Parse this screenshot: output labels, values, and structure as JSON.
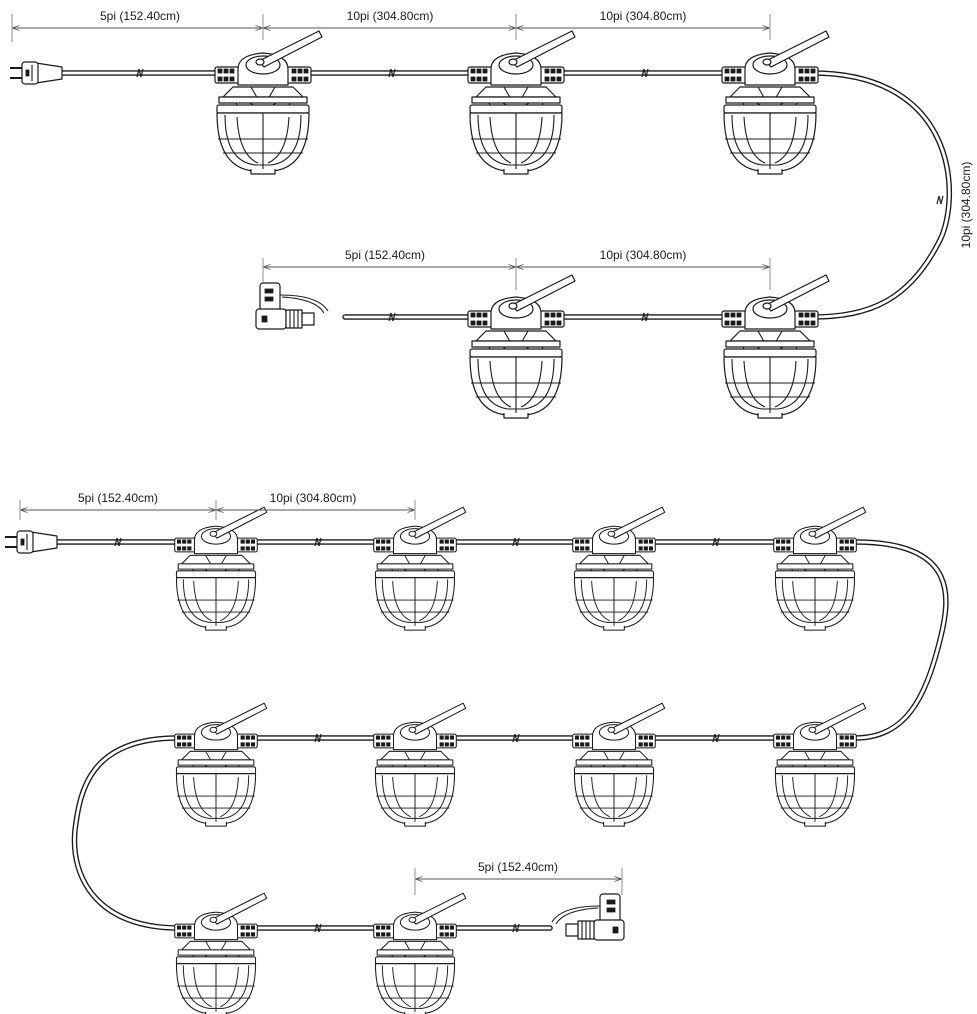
{
  "diagram_a": {
    "dimensions": {
      "top_lead": "5pi (152.40cm)",
      "top_span_1": "10pi  (304.80cm)",
      "top_span_2": "10pi (304.80cm)",
      "loop_span": "10pi (304.80cm)",
      "bottom_lead": "5pi (152.40cm)",
      "bottom_span": "10pi (304.80cm)"
    }
  },
  "diagram_b": {
    "dimensions": {
      "top_lead": "5pi (152.40cm)",
      "top_span": "10pi (304.80cm)",
      "bottom_lead": "5pi (152.40cm)"
    }
  },
  "colors": {
    "line": "#1a1a1a",
    "background": "#ffffff"
  }
}
